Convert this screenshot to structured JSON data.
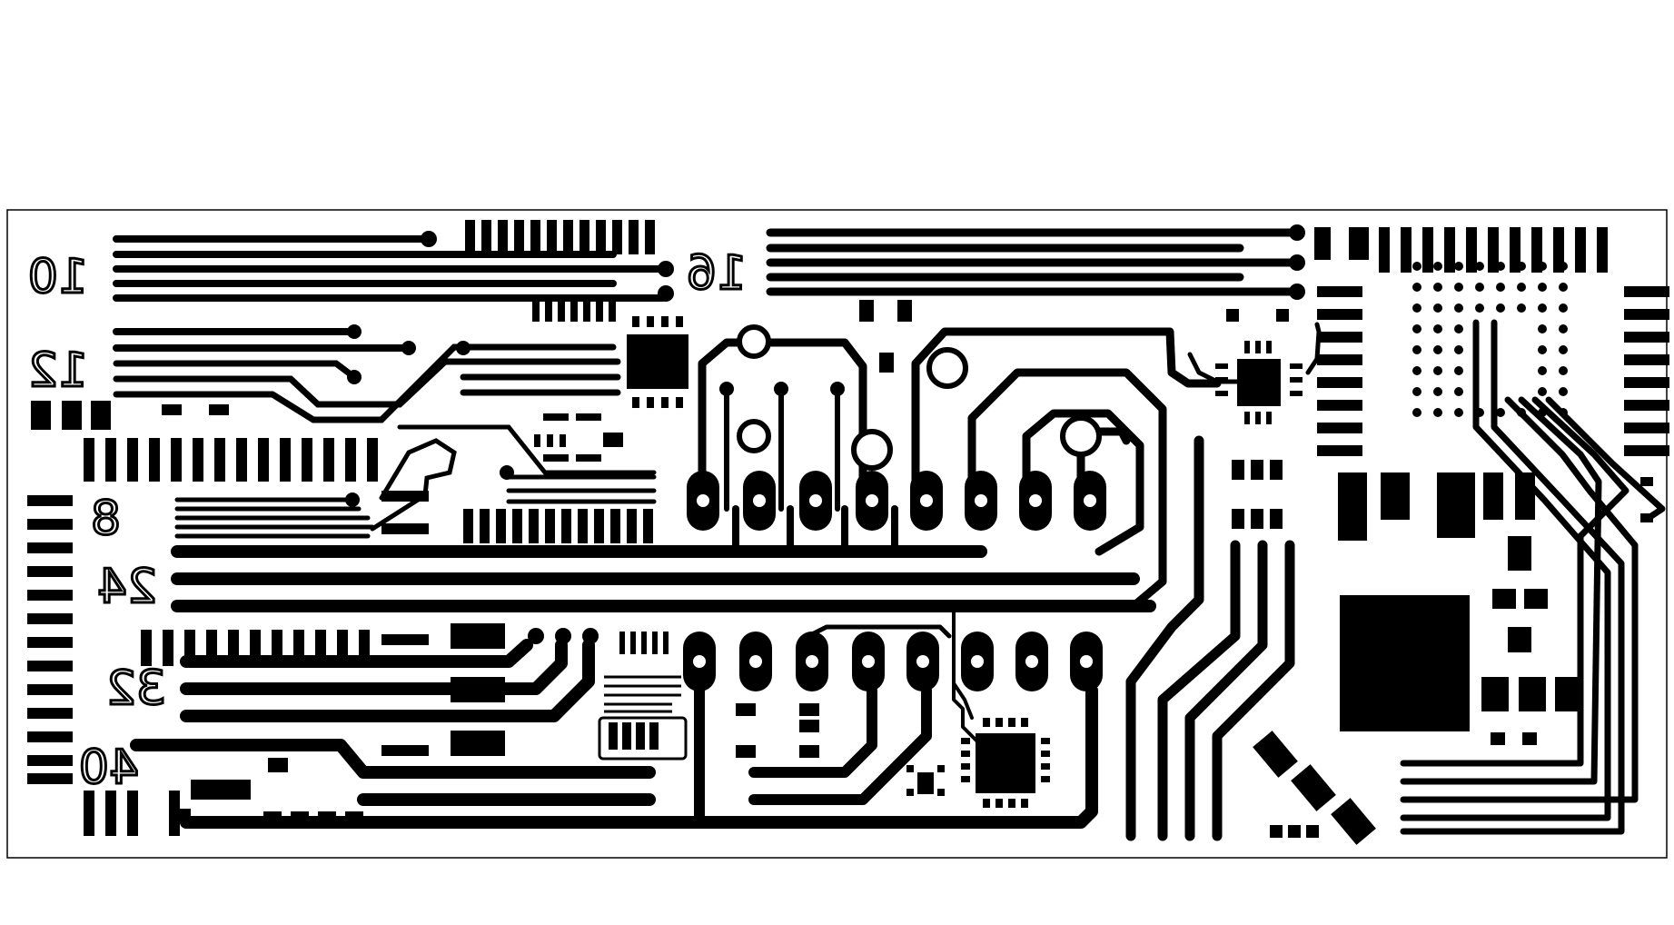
{
  "artwork": {
    "colors": {
      "copper": "#000000",
      "background": "#ffffff",
      "outline": "#000000"
    }
  },
  "labels": [
    {
      "id": "label-10",
      "text": "10"
    },
    {
      "id": "label-16",
      "text": "16"
    },
    {
      "id": "label-12",
      "text": "12"
    },
    {
      "id": "label-8",
      "text": "8"
    },
    {
      "id": "label-24",
      "text": "24"
    },
    {
      "id": "label-32",
      "text": "32"
    },
    {
      "id": "label-40",
      "text": "40"
    }
  ]
}
